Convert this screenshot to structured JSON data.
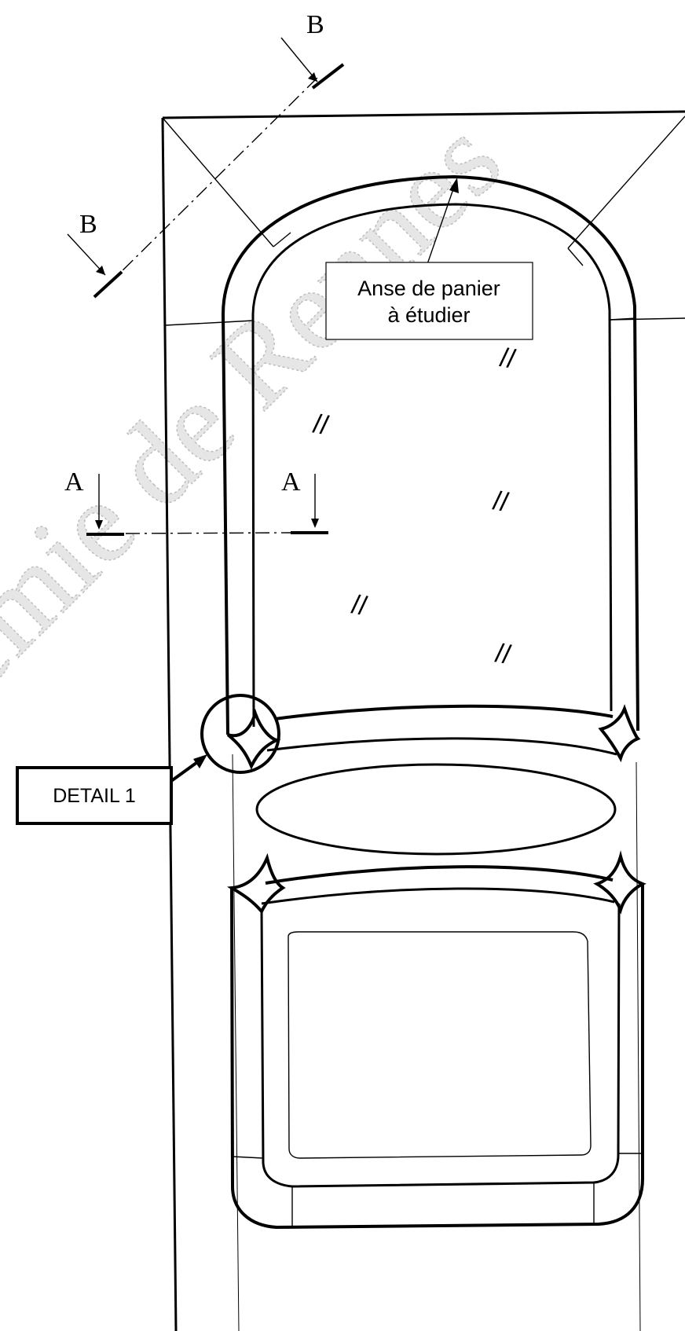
{
  "watermark": "Académie de Rennes",
  "section_labels": {
    "b_top": "B",
    "b_left": "B",
    "a_left": "A",
    "a_right": "A"
  },
  "callouts": {
    "anse_line1": "Anse de panier",
    "anse_line2": "à étudier",
    "detail": "DETAIL 1"
  },
  "glass_marks": "//"
}
